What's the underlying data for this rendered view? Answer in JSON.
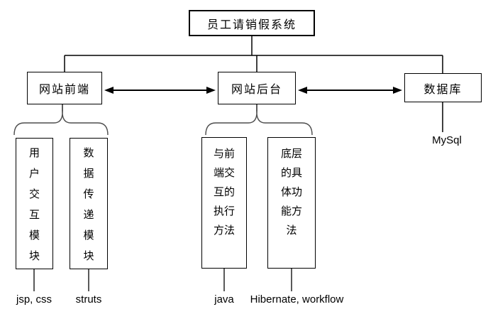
{
  "diagram": {
    "root": {
      "label": "员工请销假系统"
    },
    "tier2": [
      {
        "label": "网站前端"
      },
      {
        "label": "网站后台"
      },
      {
        "label": "数据库"
      }
    ],
    "modules": [
      {
        "label": "用户交互模块",
        "tech": "jsp, css"
      },
      {
        "label": "数据传递模块",
        "tech": "struts"
      },
      {
        "label": "与前端交互的执行方法",
        "tech": "java"
      },
      {
        "label": "底层的具体功能方法",
        "tech": "Hibernate, workflow"
      }
    ],
    "database_tech": "MySql",
    "colors": {
      "line": "#000000",
      "brace": "#4d4d4d",
      "background": "#ffffff",
      "text": "#000000"
    }
  }
}
